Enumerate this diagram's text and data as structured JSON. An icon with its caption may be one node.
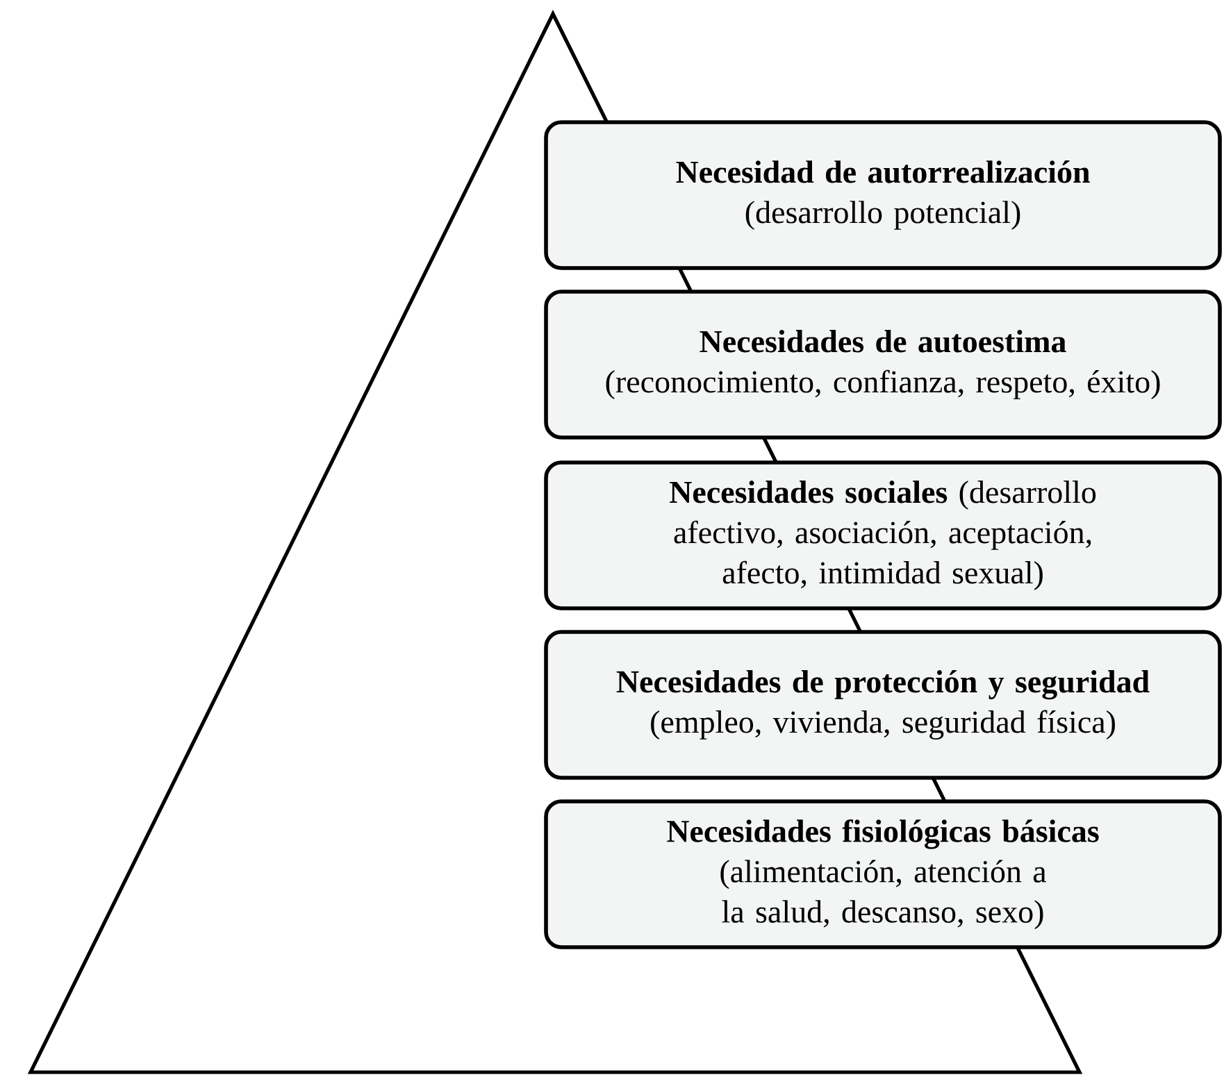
{
  "diagram": {
    "nodes": [
      {
        "text": [
          "Necesidad de autorrealización",
          "(desarrollo potencial)"
        ]
      },
      {
        "text": [
          "Necesidades de autoestima",
          "(reconocimiento, confianza, respeto, éxito)"
        ]
      },
      {
        "text": [
          "**Necesidades sociales** (desarrollo afectivo, asociación, aceptación, afecto, intimidad sexual)"
        ]
      },
      {
        "text": [
          "**Necesidades de protección y seguridad** (empleo, vivienda, seguridad física)"
        ]
      },
      {
        "text": [
          "Necesidades fisiológicas básicas",
          "(alimentación, atención a la salud, descanso, sexo)"
        ]
      }
    ]
  }
}
